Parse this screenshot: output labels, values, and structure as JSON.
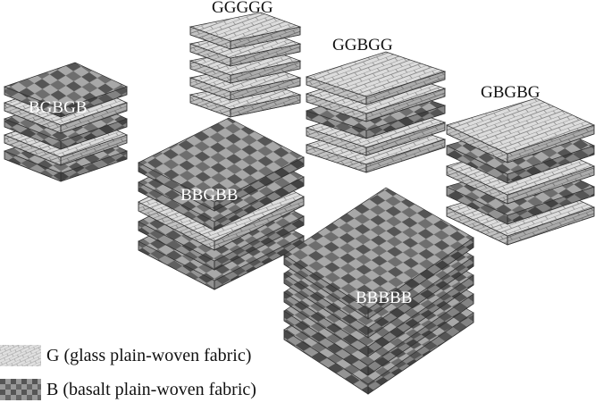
{
  "stacks": [
    {
      "id": "GGGGG",
      "label": "GGGGG",
      "layers": [
        "G",
        "G",
        "G",
        "G",
        "G"
      ]
    },
    {
      "id": "GGBGG",
      "label": "GGBGG",
      "layers": [
        "G",
        "G",
        "B",
        "G",
        "G"
      ]
    },
    {
      "id": "BGBGB",
      "label": "BGBGB",
      "layers": [
        "B",
        "G",
        "B",
        "G",
        "B"
      ]
    },
    {
      "id": "GBGBG",
      "label": "GBGBG",
      "layers": [
        "G",
        "B",
        "G",
        "B",
        "G"
      ]
    },
    {
      "id": "BBGBB",
      "label": "BBGBB",
      "layers": [
        "B",
        "B",
        "G",
        "B",
        "B"
      ]
    },
    {
      "id": "BBBBB",
      "label": "BBBBB",
      "layers": [
        "B",
        "B",
        "B",
        "B",
        "B"
      ]
    }
  ],
  "legend": [
    {
      "key": "G",
      "text": "G (glass plain-woven fabric)"
    },
    {
      "key": "B",
      "text": "B (basalt plain-woven fabric)"
    }
  ],
  "colors": {
    "glass_base": "#d8d8d8",
    "glass_line": "#8a8a8a",
    "basalt_dark": "#5a5a5a",
    "basalt_light": "#a8a8a8"
  }
}
